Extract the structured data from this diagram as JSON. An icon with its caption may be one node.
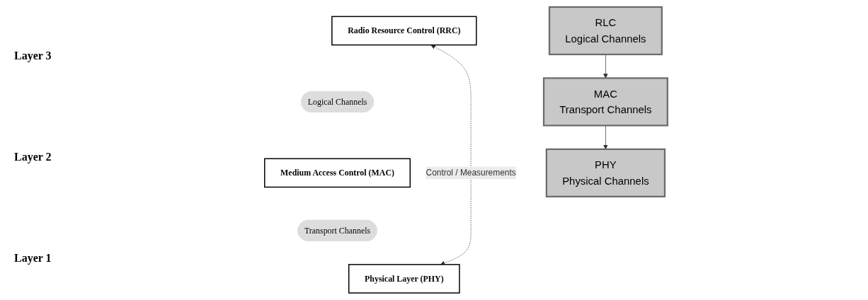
{
  "diagram": {
    "nodes": [
      {
        "text": [
          "Radio Resource Control (RRC)"
        ]
      },
      {
        "text": [
          "Logical Channels"
        ]
      },
      {
        "text": [
          "Medium Access Control (MAC)"
        ]
      },
      {
        "text": [
          "Transport Channels"
        ]
      },
      {
        "text": [
          "Physical Layer (PHY)"
        ]
      },
      {
        "text": [
          "RLC",
          "Logical Channels"
        ]
      },
      {
        "text": [
          "MAC",
          "Transport Channels"
        ]
      },
      {
        "text": [
          "PHY",
          "Physical Channels"
        ]
      }
    ],
    "edges": [
      {
        "from": 0,
        "to": 4,
        "arrow": "both",
        "style": "dashed",
        "label": "Control / Measurements"
      },
      {
        "from": 5,
        "to": 6,
        "arrow": "to"
      },
      {
        "from": 6,
        "to": 7,
        "arrow": "to"
      }
    ],
    "labels": [
      "Layer 3",
      "Layer 2",
      "Layer 1"
    ]
  }
}
